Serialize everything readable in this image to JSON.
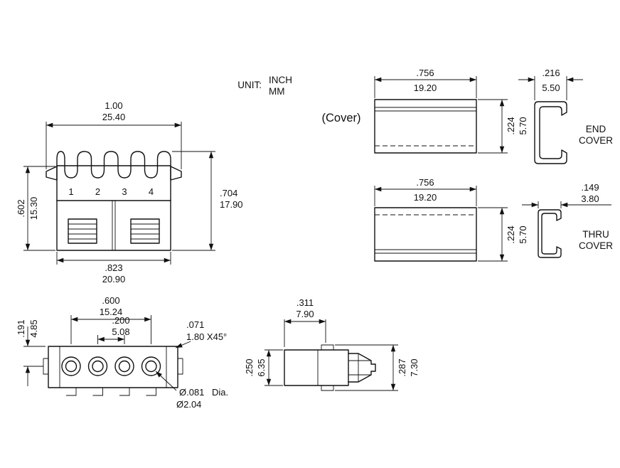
{
  "unit": {
    "label": "UNIT:",
    "inch": "INCH",
    "mm": "MM"
  },
  "cover_section_label": "(Cover)",
  "front_view": {
    "positions": [
      "1",
      "2",
      "3",
      "4"
    ],
    "overall_width": {
      "inch": "1.00",
      "mm": "25.40"
    },
    "body_height": {
      "inch": ".602",
      "mm": "15.30"
    },
    "overall_height": {
      "inch": ".704",
      "mm": "17.90"
    },
    "body_width": {
      "inch": ".823",
      "mm": "20.90"
    }
  },
  "end_cover": {
    "length": {
      "inch": ".756",
      "mm": "19.20"
    },
    "height": {
      "inch": ".224",
      "mm": "5.70"
    },
    "profile_width": {
      "inch": ".216",
      "mm": "5.50"
    },
    "label_line1": "END",
    "label_line2": "COVER"
  },
  "thru_cover": {
    "length": {
      "inch": ".756",
      "mm": "19.20"
    },
    "height": {
      "inch": ".224",
      "mm": "5.70"
    },
    "profile_width": {
      "inch": ".149",
      "mm": "3.80"
    },
    "label_line1": "THRU",
    "label_line2": "COVER"
  },
  "top_view": {
    "contact_span": {
      "inch": ".600",
      "mm": "15.24"
    },
    "contact_pitch": {
      "inch": ".200",
      "mm": "5.08"
    },
    "edge_to_center": {
      "inch": ".191",
      "mm": "4.85"
    },
    "chamfer": {
      "inch": ".071",
      "mm": "1.80 X45°"
    },
    "hole_diameter": {
      "inch": "Ø.081",
      "suffix": "Dia.",
      "mm": "Ø2.04"
    }
  },
  "side_view": {
    "depth": {
      "inch": ".311",
      "mm": "7.90"
    },
    "front_height": {
      "inch": ".250",
      "mm": "6.35"
    },
    "overall_height": {
      "inch": ".287",
      "mm": "7.30"
    }
  }
}
